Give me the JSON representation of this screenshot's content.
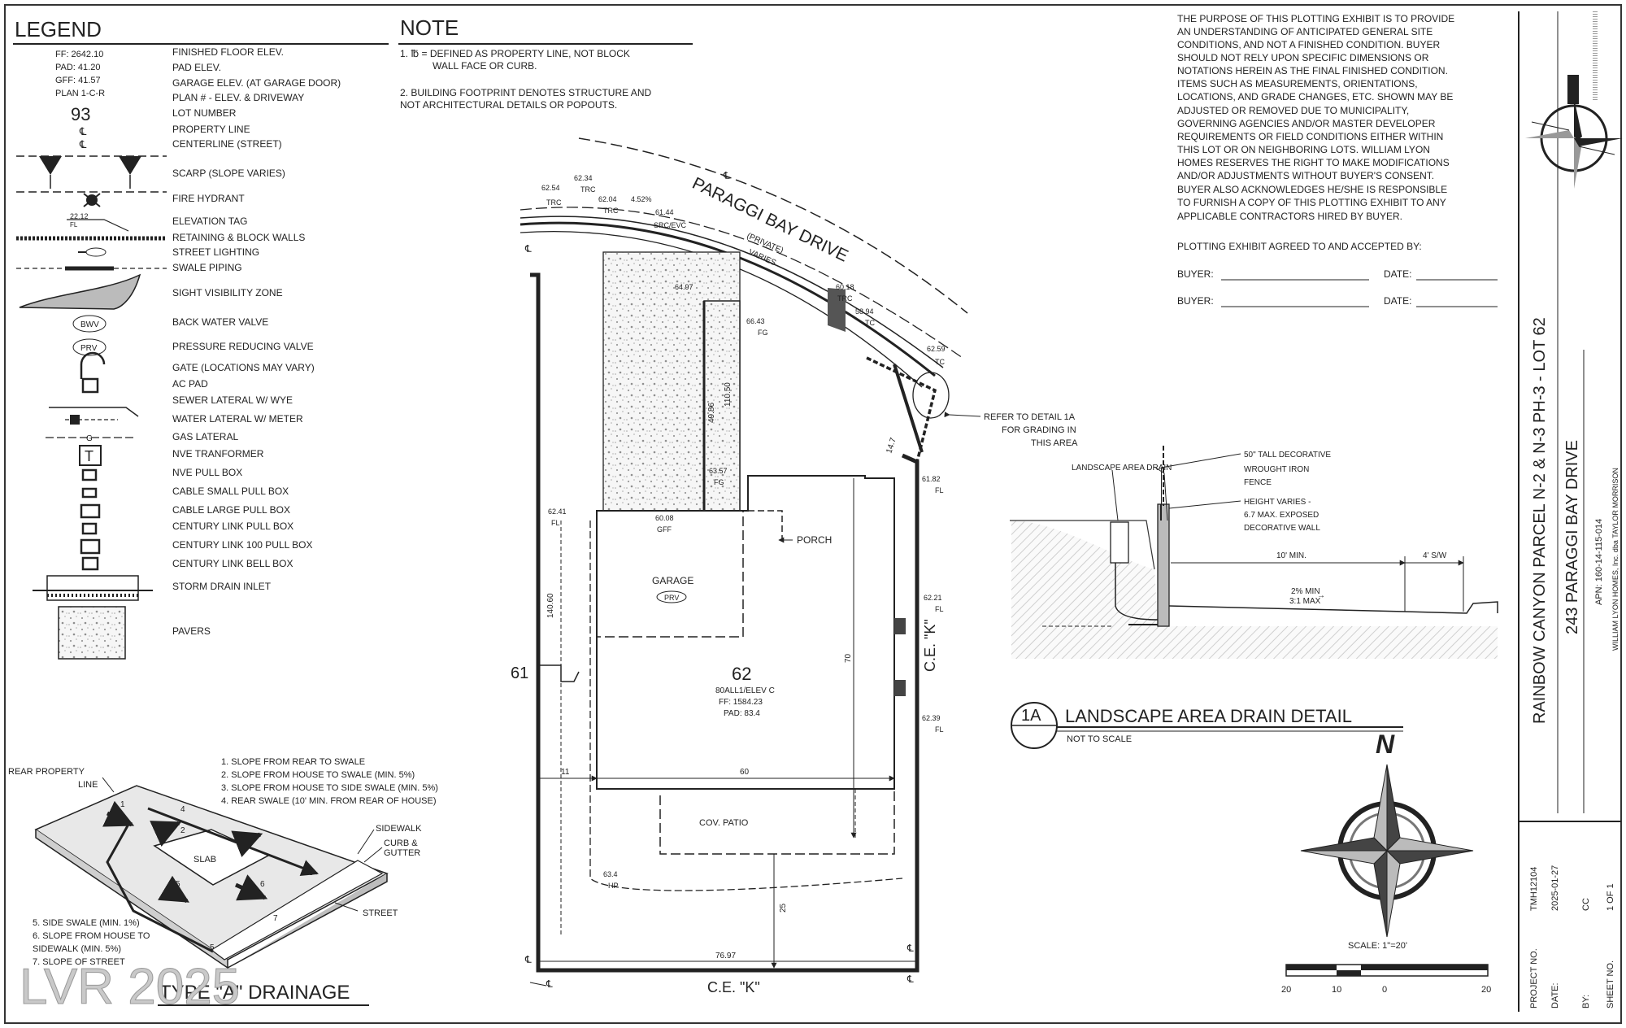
{
  "legend": {
    "heading": "LEGEND",
    "elev_tag": {
      "ff": "FF: 2642.10",
      "pad": "PAD: 41.20",
      "gff": "GFF: 41.57",
      "plan": "PLAN 1-C-R",
      "lot": "93"
    },
    "items": [
      "FINISHED FLOOR ELEV.",
      "PAD ELEV.",
      "GARAGE ELEV. (AT GARAGE DOOR)",
      "PLAN # - ELEV. & DRIVEWAY",
      "LOT NUMBER",
      "PROPERTY LINE",
      "CENTERLINE (STREET)",
      "SCARP (SLOPE VARIES)",
      "FIRE HYDRANT",
      "ELEVATION TAG",
      "RETAINING & BLOCK WALLS",
      "STREET LIGHTING",
      "SWALE PIPING",
      "SIGHT VISIBILITY ZONE",
      "BACK WATER VALVE",
      "PRESSURE REDUCING VALVE",
      "GATE (LOCATIONS MAY VARY)",
      "AC PAD",
      "SEWER LATERAL W/ WYE",
      "WATER LATERAL W/ METER",
      "GAS LATERAL",
      "NVE TRANFORMER",
      "NVE PULL BOX",
      "CABLE SMALL PULL BOX",
      "CABLE LARGE PULL BOX",
      "CENTURY LINK PULL BOX",
      "CENTURY LINK 100 PULL BOX",
      "CENTURY LINK BELL BOX",
      "STORM DRAIN INLET",
      "PAVERS"
    ],
    "symbol_labels": {
      "bwv": "BWV",
      "prv": "PRV",
      "tag_value": "22.12",
      "tag_sub": "FL",
      "transformer": "T"
    }
  },
  "note": {
    "heading": "NOTE",
    "line1a": "1.  ℔  = DEFINED AS PROPERTY LINE, NOT BLOCK",
    "line1b": "WALL FACE OR CURB.",
    "line2a": "2. BUILDING FOOTPRINT DENOTES STRUCTURE AND",
    "line2b": "NOT ARCHITECTURAL DETAILS OR POPOUTS."
  },
  "disclaimer": {
    "lines": [
      "THE PURPOSE OF THIS PLOTTING EXHIBIT IS TO PROVIDE",
      "AN UNDERSTANDING OF ANTICIPATED GENERAL SITE",
      "CONDITIONS, AND NOT A FINISHED CONDITION. BUYER",
      "SHOULD NOT RELY UPON SPECIFIC DIMENSIONS OR",
      "NOTATIONS HEREIN AS THE FINAL FINISHED CONDITION.",
      "ITEMS SUCH AS MEASUREMENTS, ORIENTATIONS,",
      "LOCATIONS, AND GRADE CHANGES, ETC. SHOWN MAY BE",
      "ADJUSTED OR REMOVED DUE TO MUNICIPALITY,",
      "GOVERNING AGENCIES AND/OR MASTER DEVELOPER",
      "REQUIREMENTS OR FIELD CONDITIONS EITHER WITHIN",
      "THIS LOT OR ON NEIGHBORING LOTS. WILLIAM LYON",
      "HOMES RESERVES THE RIGHT TO MAKE MODIFICATIONS",
      "AND/OR ADJUSTMENTS WITHOUT BUYER'S CONSENT.",
      "BUYER ALSO ACKNOWLEDGES HE/SHE IS RESPONSIBLE",
      "TO FURNISH A COPY OF THIS PLOTTING EXHIBIT TO ANY",
      "APPLICABLE CONTRACTORS HIRED BY BUYER."
    ],
    "agreed": "PLOTTING EXHIBIT AGREED TO AND ACCEPTED BY:",
    "buyer": "BUYER:",
    "date": "DATE:"
  },
  "site_plan": {
    "street_name": "PARAGGI BAY DRIVE",
    "street_sub1": "(PRIVATE)",
    "street_sub2": "VARIES",
    "lot_number": "62",
    "lot_plan": "80ALL1/ELEV C",
    "lot_ff": "FF: 1584.23",
    "lot_pad": "PAD: 83.4",
    "neighbor_lot": "61",
    "garage": "GARAGE",
    "garage_tag": "PRV",
    "porch": "PORCH",
    "cov_patio": "COV. PATIO",
    "ce_bottom": "C.E. \"K\"",
    "ce_side": "C.E. \"K\"",
    "refer_note1": "REFER TO DETAIL 1A",
    "refer_note2": "FOR GRADING IN",
    "refer_note3": "THIS AREA",
    "elev_tags": [
      {
        "v": "62.54",
        "s": "TRC"
      },
      {
        "v": "62.34",
        "s": "TRC"
      },
      {
        "v": "62.04",
        "s": "TRC"
      },
      {
        "v": "4.52%",
        "s": ""
      },
      {
        "v": "61.44",
        "s": "SRC/EVC"
      },
      {
        "v": "64.97",
        "s": ""
      },
      {
        "v": "66.43",
        "s": "FG"
      },
      {
        "v": "60.18",
        "s": "TRC"
      },
      {
        "v": "58.94",
        "s": "TC"
      },
      {
        "v": "62.59",
        "s": "TC"
      },
      {
        "v": "63.57",
        "s": "FG"
      },
      {
        "v": "60.08",
        "s": "GFF"
      },
      {
        "v": "62.41",
        "s": "FL"
      },
      {
        "v": "61.82",
        "s": "FL"
      },
      {
        "v": "62.21",
        "s": "FL"
      },
      {
        "v": "62.39",
        "s": "FL"
      },
      {
        "v": "63.4",
        "s": "HP"
      }
    ],
    "dims": {
      "side_setback": "11",
      "house_width": "60",
      "rear": "25",
      "lot_frontage": "76.97",
      "lot_depth": "110.50",
      "house_depth": "70",
      "drive_len": "49.86",
      "side_left": "140.60",
      "front": "14.7"
    }
  },
  "drainage": {
    "title": "TYPE \"A\" DRAINAGE",
    "rear_label1": "REAR PROPERTY",
    "rear_label2": "LINE",
    "slab": "SLAB",
    "sidewalk": "SIDEWALK",
    "curb1": "CURB &",
    "curb2": "GUTTER",
    "street": "STREET",
    "notes_top": [
      "1. SLOPE FROM REAR TO SWALE",
      "2. SLOPE FROM HOUSE TO SWALE (MIN. 5%)",
      "3. SLOPE FROM HOUSE TO SIDE SWALE (MIN. 5%)",
      "4. REAR SWALE (10' MIN. FROM REAR OF HOUSE)"
    ],
    "notes_bottom": [
      "5. SIDE SWALE (MIN. 1%)",
      "6. SLOPE FROM HOUSE TO",
      "SIDEWALK (MIN. 5%)",
      "7. SLOPE OF STREET"
    ]
  },
  "detail": {
    "bubble": "1A",
    "title": "LANDSCAPE AREA DRAIN DETAIL",
    "subtitle": "NOT TO SCALE",
    "drain_label": "LANDSCAPE AREA DRAIN",
    "fence1": "50\" TALL DECORATIVE",
    "fence2": "WROUGHT IRON",
    "fence3": "FENCE",
    "wall1": "HEIGHT VARIES -",
    "wall2": "6.7 MAX. EXPOSED",
    "wall3": "DECORATIVE WALL",
    "min_dim": "10' MIN.",
    "sw_dim": "4' S/W",
    "slope1": "2% MIN",
    "slope2": "3:1 MAX"
  },
  "north": {
    "letter": "N",
    "scale_label": "SCALE: 1\"=20'",
    "scale_ticks": [
      "20",
      "10",
      "0",
      "20"
    ]
  },
  "title_block": {
    "project": "RAINBOW CANYON PARCEL N-2 & N-3 PH-3 - LOT 62",
    "address": "243 PARAGGI BAY DRIVE",
    "apn": "APN:  160-14-115-014",
    "builder": "WILLIAM LYON HOMES, Inc. dba TAYLOR MORRISON",
    "project_no_label": "PROJECT NO.",
    "project_no": "TMH12104",
    "date_label": "DATE:",
    "date": "2025-01-27",
    "by_label": "BY:",
    "by": "CC",
    "sheet_label": "SHEET NO.",
    "sheet": "1 OF 1"
  },
  "watermark": "LVR 2025"
}
